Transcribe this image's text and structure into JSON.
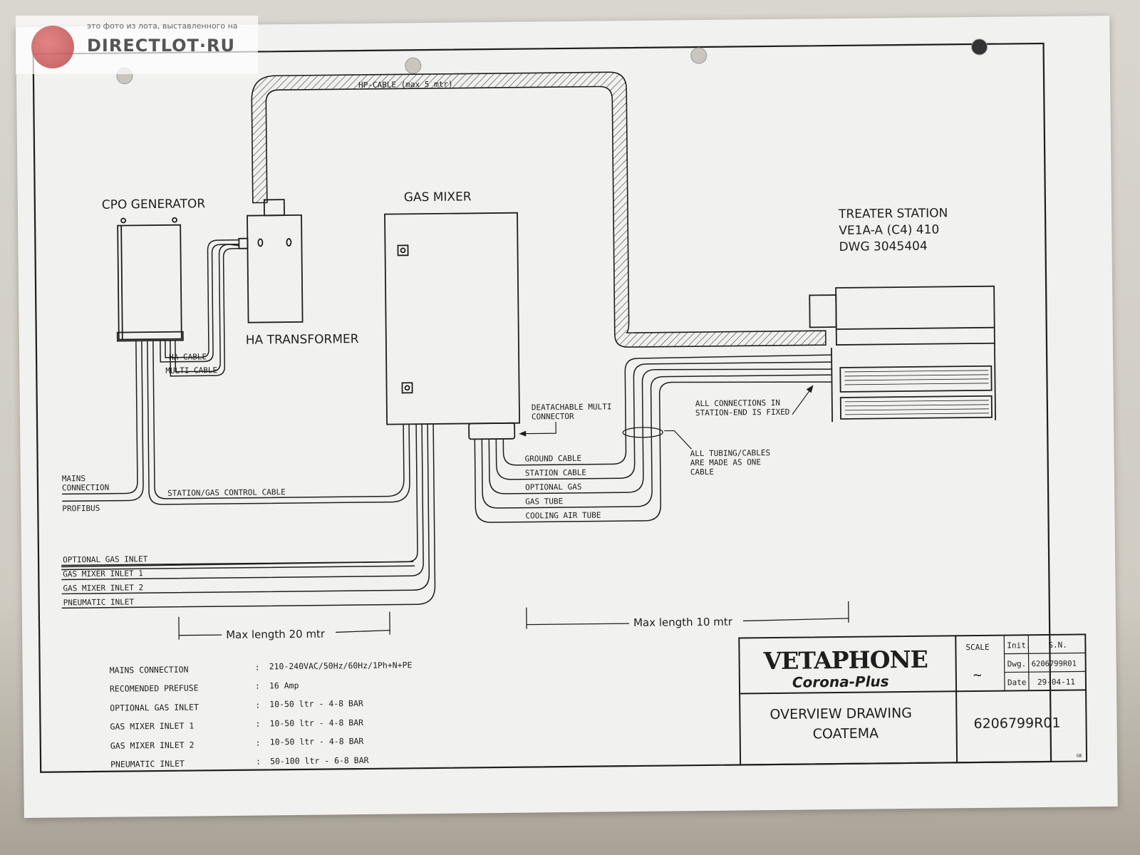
{
  "watermark": {
    "caption": "это фото из лота, выставленного на",
    "brand": "DIRECTLOT·RU"
  },
  "diagram": {
    "hp_cable": "HP-CABLE (max 5 mtr)",
    "cpo_generator": "CPO GENERATOR",
    "ha_transformer": "HA TRANSFORMER",
    "gas_mixer": "GAS MIXER",
    "treater_station": [
      "TREATER STATION",
      "VE1A-A (C4) 410",
      "DWG 3045404"
    ],
    "ha_cable": "HA CABLE",
    "multi_cable": "MULTI CABLE",
    "mains_connection": [
      "MAINS",
      "CONNECTION"
    ],
    "profibus": "PROFIBUS",
    "station_gas_control_cable": "STATION/GAS CONTROL CABLE",
    "deatachable_multi_connector": [
      "DEATACHABLE MULTI",
      "CONNECTOR"
    ],
    "outputs": [
      "GROUND CABLE",
      "STATION CABLE",
      "OPTIONAL GAS",
      "GAS TUBE",
      "COOLING AIR TUBE"
    ],
    "all_connections_fixed": [
      "ALL CONNECTIONS IN",
      "STATION-END IS FIXED"
    ],
    "all_tubing_one_cable": [
      "ALL TUBING/CABLES",
      "ARE MADE AS ONE",
      "CABLE"
    ],
    "inlets": [
      "OPTIONAL GAS INLET",
      "GAS MIXER INLET 1",
      "GAS MIXER INLET 2",
      "PNEUMATIC INLET"
    ],
    "max_length_left": "Max length 20 mtr",
    "max_length_right": "Max length 10 mtr"
  },
  "specs": [
    {
      "label": "MAINS CONNECTION",
      "value": "210-240VAC/50Hz/60Hz/1Ph+N+PE"
    },
    {
      "label": "RECOMENDED PREFUSE",
      "value": "16 Amp"
    },
    {
      "label": "OPTIONAL GAS INLET",
      "value": "10-50 ltr - 4-8 BAR"
    },
    {
      "label": "GAS MIXER INLET 1",
      "value": "10-50 ltr - 4-8 BAR"
    },
    {
      "label": "GAS MIXER INLET 2",
      "value": "10-50 ltr - 4-8 BAR"
    },
    {
      "label": "PNEUMATIC INLET",
      "value": "50-100 ltr - 6-8 BAR"
    }
  ],
  "spec_separator": ":",
  "title_block": {
    "brand": "VETAPHONE",
    "sub_brand": "Corona-Plus",
    "title_line1": "OVERVIEW DRAWING",
    "title_line2": "COATEMA",
    "scale_label": "SCALE",
    "scale_value": "~",
    "init_label": "Init.",
    "sn_label": "S.N.",
    "dwg_label": "Dwg.",
    "dwg_value": "6206799R01",
    "date_label": "Date",
    "date_value": "29-04-11",
    "drawing_number": "6206799R01",
    "initials": "GB"
  },
  "colors": {
    "paper": "#f1f1ef",
    "ink": "#1e1e1e",
    "hatch": "#555555"
  }
}
